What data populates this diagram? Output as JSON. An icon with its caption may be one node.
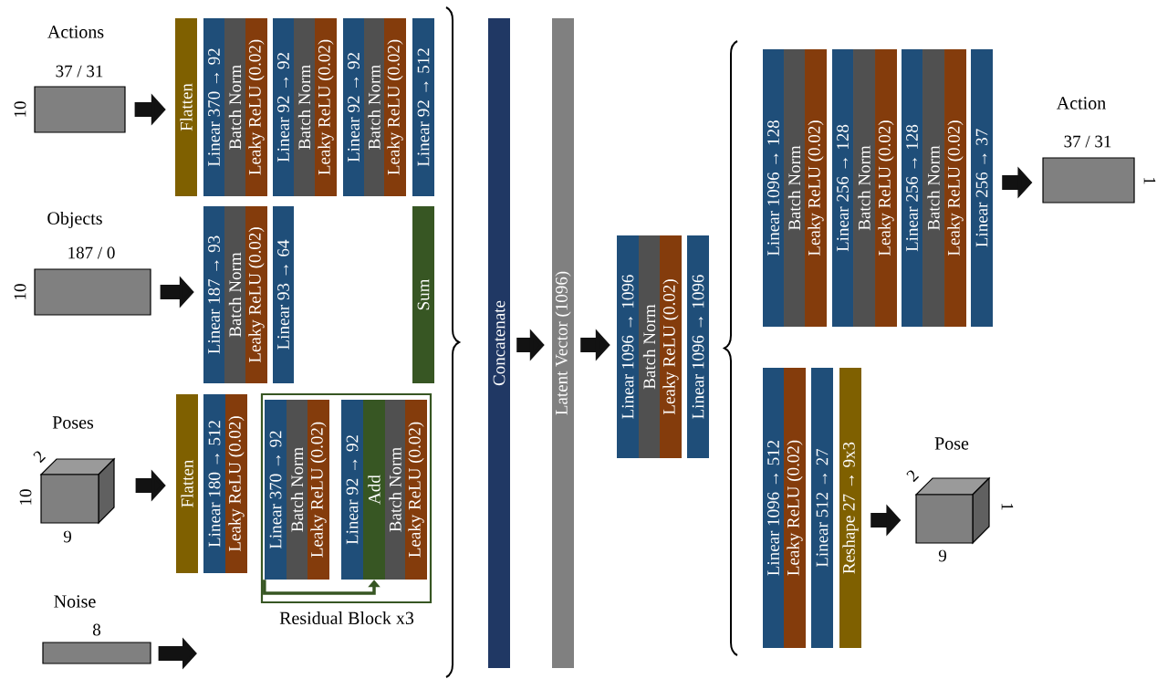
{
  "diagram": {
    "nodes": [
      {
        "text": [
          "Actions"
        ],
        "beside": [
          "37 / 31",
          "10"
        ]
      },
      {
        "text": [
          "Flatten"
        ]
      },
      {
        "text": [
          "Linear 370 → 92"
        ]
      },
      {
        "text": [
          "Batch Norm"
        ]
      },
      {
        "text": [
          "Leaky ReLU (0.02)"
        ]
      },
      {
        "text": [
          "Linear 92 → 92"
        ]
      },
      {
        "text": [
          "Batch Norm"
        ]
      },
      {
        "text": [
          "Leaky ReLU (0.02)"
        ]
      },
      {
        "text": [
          "Linear 92 → 92"
        ]
      },
      {
        "text": [
          "Batch Norm"
        ]
      },
      {
        "text": [
          "Leaky ReLU (0.02)"
        ]
      },
      {
        "text": [
          "Linear 92 → 512"
        ]
      },
      {
        "text": [
          "Objects"
        ],
        "beside": [
          "187 / 0",
          "10"
        ]
      },
      {
        "text": [
          "Linear 187 → 93"
        ]
      },
      {
        "text": [
          "Batch Norm"
        ]
      },
      {
        "text": [
          "Leaky ReLU (0.02)"
        ]
      },
      {
        "text": [
          "Linear 93 → 64"
        ]
      },
      {
        "text": [
          "Sum"
        ]
      },
      {
        "text": [
          "Poses"
        ],
        "beside": [
          "2",
          "10",
          "9"
        ]
      },
      {
        "text": [
          "Flatten"
        ]
      },
      {
        "text": [
          "Linear 180 → 512"
        ]
      },
      {
        "text": [
          "Leaky ReLU (0.02)"
        ]
      },
      {
        "text": [
          "Residual Block x3"
        ]
      },
      {
        "text": [
          "Linear 370 → 92"
        ],
        "in": 22
      },
      {
        "text": [
          "Batch Norm"
        ],
        "in": 22
      },
      {
        "text": [
          "Leaky ReLU (0.02)"
        ],
        "in": 22
      },
      {
        "text": [
          "Linear 92 → 92"
        ],
        "in": 22
      },
      {
        "text": [
          "Add"
        ],
        "in": 22
      },
      {
        "text": [
          "Batch Norm"
        ],
        "in": 22
      },
      {
        "text": [
          "Leaky ReLU (0.02)"
        ],
        "in": 22
      },
      {
        "text": [
          "Noise"
        ],
        "beside": [
          "8"
        ]
      },
      {
        "text": [
          "Concatenate"
        ]
      },
      {
        "text": [
          "Latent Vector (1096)"
        ]
      },
      {
        "text": [
          "Linear 1096 → 1096"
        ]
      },
      {
        "text": [
          "Batch Norm"
        ]
      },
      {
        "text": [
          "Leaky ReLU (0.02)"
        ]
      },
      {
        "text": [
          "Linear 1096 → 1096"
        ]
      },
      {
        "text": [
          "Linear 1096 → 128"
        ]
      },
      {
        "text": [
          "Batch Norm"
        ]
      },
      {
        "text": [
          "Leaky ReLU (0.02)"
        ]
      },
      {
        "text": [
          "Linear 256 → 128"
        ]
      },
      {
        "text": [
          "Batch Norm"
        ]
      },
      {
        "text": [
          "Leaky ReLU (0.02)"
        ]
      },
      {
        "text": [
          "Linear 256 → 128"
        ]
      },
      {
        "text": [
          "Batch Norm"
        ]
      },
      {
        "text": [
          "Leaky ReLU (0.02)"
        ]
      },
      {
        "text": [
          "Linear 256 → 37"
        ]
      },
      {
        "text": [
          "Action"
        ],
        "beside": [
          "37 / 31",
          "1"
        ]
      },
      {
        "text": [
          "Linear 1096 → 512"
        ]
      },
      {
        "text": [
          "Leaky ReLU (0.02)"
        ]
      },
      {
        "text": [
          "Linear 512 → 27"
        ]
      },
      {
        "text": [
          "Reshape 27 → 9x3"
        ]
      },
      {
        "text": [
          "Pose"
        ],
        "beside": [
          "2",
          "9",
          "1"
        ]
      }
    ],
    "edges": [
      {
        "from": 0,
        "to": 1,
        "arrow": "to"
      },
      {
        "from": 12,
        "to": 13,
        "arrow": "to"
      },
      {
        "from": 18,
        "to": 19,
        "arrow": "to"
      },
      {
        "from": 30,
        "to": null,
        "arrow": "to"
      },
      {
        "from": 23,
        "to": 27,
        "arrow": "to",
        "color": "#375623"
      },
      {
        "from": 31,
        "to": 32,
        "arrow": "to"
      },
      {
        "from": 32,
        "to": 33,
        "arrow": "to"
      },
      {
        "from": 46,
        "to": 47,
        "arrow": "to"
      },
      {
        "from": 51,
        "to": 52,
        "arrow": "to"
      }
    ]
  }
}
